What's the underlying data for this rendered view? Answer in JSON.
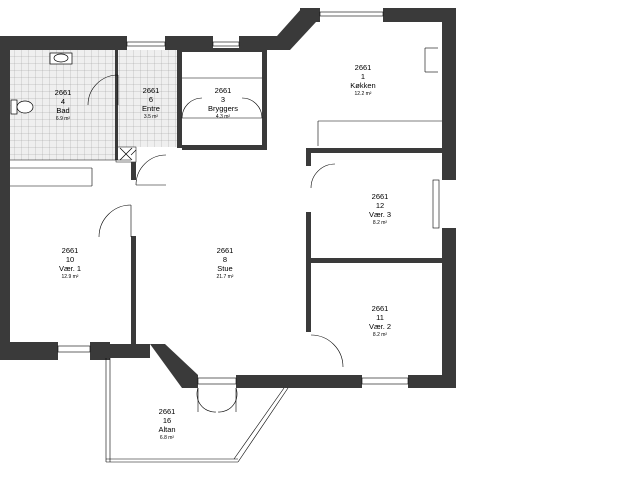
{
  "rooms": [
    {
      "id": "bad",
      "code": "2661",
      "number": "4",
      "name": "Bad",
      "area": "6.9 m²"
    },
    {
      "id": "entre",
      "code": "2661",
      "number": "6",
      "name": "Entre",
      "area": "3.5 m²"
    },
    {
      "id": "bryggers",
      "code": "2661",
      "number": "3",
      "name": "Bryggers",
      "area": "4.3 m²"
    },
    {
      "id": "kokken",
      "code": "2661",
      "number": "1",
      "name": "Køkken",
      "area": "12.2 m²"
    },
    {
      "id": "vaer1",
      "code": "2661",
      "number": "10",
      "name": "Vær. 1",
      "area": "12.9 m²"
    },
    {
      "id": "stue",
      "code": "2661",
      "number": "8",
      "name": "Stue",
      "area": "21.7 m²"
    },
    {
      "id": "vaer3",
      "code": "2661",
      "number": "12",
      "name": "Vær. 3",
      "area": "8.2 m²"
    },
    {
      "id": "vaer2",
      "code": "2661",
      "number": "11",
      "name": "Vær. 2",
      "area": "8.2 m²"
    },
    {
      "id": "altan",
      "code": "2661",
      "number": "16",
      "name": "Altan",
      "area": "6.8 m²"
    }
  ],
  "colors": {
    "wall": "#3a3a3a",
    "line": "#000000",
    "tile": "#ececec"
  }
}
